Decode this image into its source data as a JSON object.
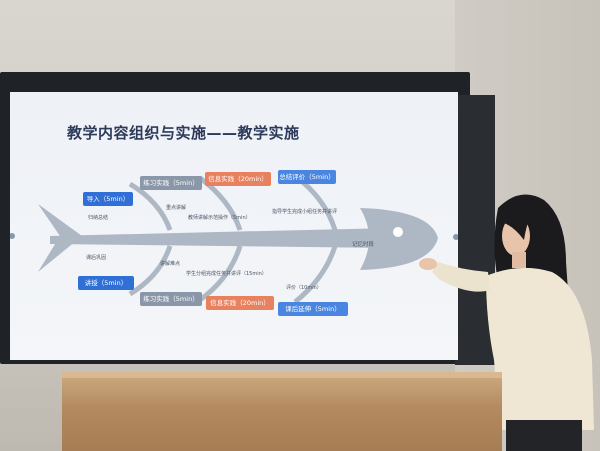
{
  "slide": {
    "title": "教学内容组织与实施——教学实施",
    "head_label": "记忆时段",
    "top_boxes": [
      {
        "label": "练习实践（5min）",
        "color": "gray"
      },
      {
        "label": "信息实践（20min）",
        "color": "orange"
      },
      {
        "label": "总结评价（5min）",
        "color": "lblue"
      }
    ],
    "bottom_boxes": [
      {
        "label": "练习实践（5min）",
        "color": "gray"
      },
      {
        "label": "信息实践（20min）",
        "color": "orange"
      },
      {
        "label": "课后延伸（5min）",
        "color": "lblue"
      }
    ],
    "left_top_label": "导入（5min）",
    "left_bottom_label": "讲授（5min）",
    "tail_top_note": "归纳总结",
    "tail_bottom_note": "课后巩固",
    "notes": [
      "重点讲解",
      "教师讲解示范操作（5min）",
      "指导学生完成小组任务并讲评",
      "讲解难点",
      "学生分组完成任务并讲评（15min）",
      "评价（10min）"
    ]
  },
  "colors": {
    "slide_bg": "#eef1f6",
    "fish": "#aeb7c4",
    "orange": "#e8815e",
    "blue": "#2f6fd6",
    "gray": "#8a97a9",
    "title": "#2d3a5a"
  }
}
